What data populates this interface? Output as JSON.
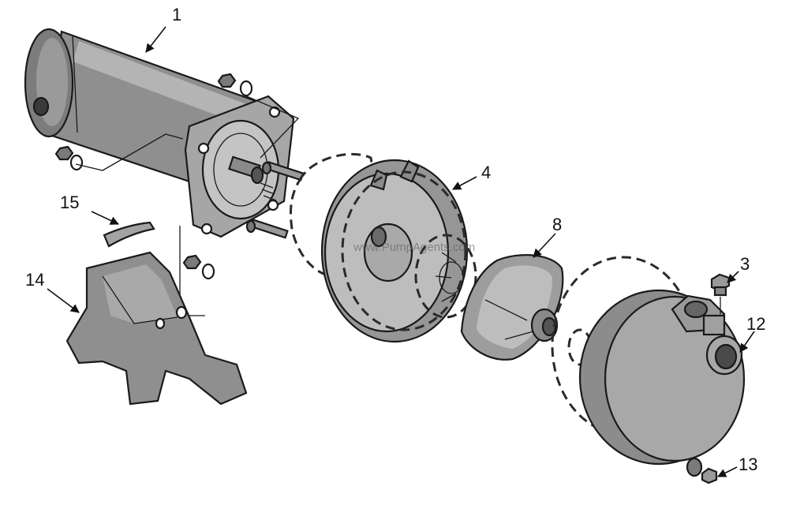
{
  "callouts": {
    "c1": "1",
    "c3": "3",
    "c4": "4",
    "c8": "8",
    "c12": "12",
    "c13": "13",
    "c14": "14",
    "c15": "15"
  },
  "watermark": "www.PumpAgents.com",
  "colors": {
    "part_fill": "#8f8f8f",
    "part_light": "#b4b4b4",
    "part_dark": "#6e6e6e",
    "outline": "#1a1a1a",
    "background": "#ffffff"
  }
}
